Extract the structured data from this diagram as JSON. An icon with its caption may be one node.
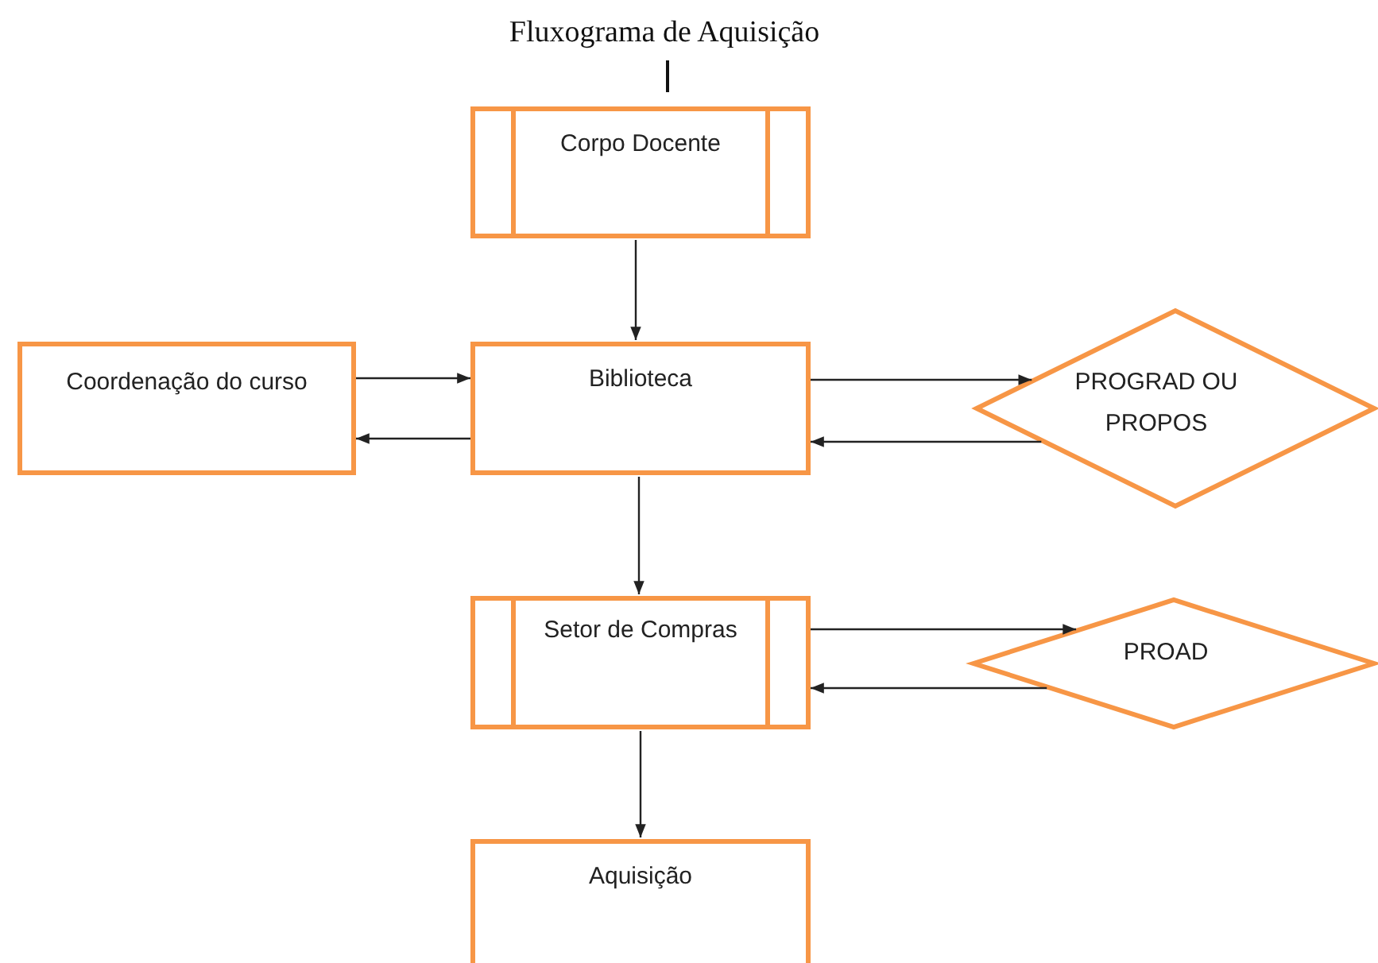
{
  "diagram": {
    "title": "Fluxograma de Aquisição",
    "nodes": [
      {
        "text": [
          "Corpo Docente"
        ]
      },
      {
        "text": [
          "Coordenação do curso"
        ]
      },
      {
        "text": [
          "Biblioteca"
        ]
      },
      {
        "text": [
          "PROGRAD OU PROPOS"
        ]
      },
      {
        "text": [
          "Setor de Compras"
        ]
      },
      {
        "text": [
          "PROAD"
        ]
      },
      {
        "text": [
          "Aquisição"
        ]
      }
    ],
    "edges": [
      {
        "from": 0,
        "to": 2,
        "arrow": "to"
      },
      {
        "from": 1,
        "to": 2,
        "arrow": "to"
      },
      {
        "from": 2,
        "to": 1,
        "arrow": "to"
      },
      {
        "from": 2,
        "to": 3,
        "arrow": "to"
      },
      {
        "from": 3,
        "to": 2,
        "arrow": "to"
      },
      {
        "from": 2,
        "to": 4,
        "arrow": "to"
      },
      {
        "from": 4,
        "to": 5,
        "arrow": "to"
      },
      {
        "from": 5,
        "to": 4,
        "arrow": "to"
      },
      {
        "from": 4,
        "to": 6,
        "arrow": "to"
      }
    ]
  }
}
